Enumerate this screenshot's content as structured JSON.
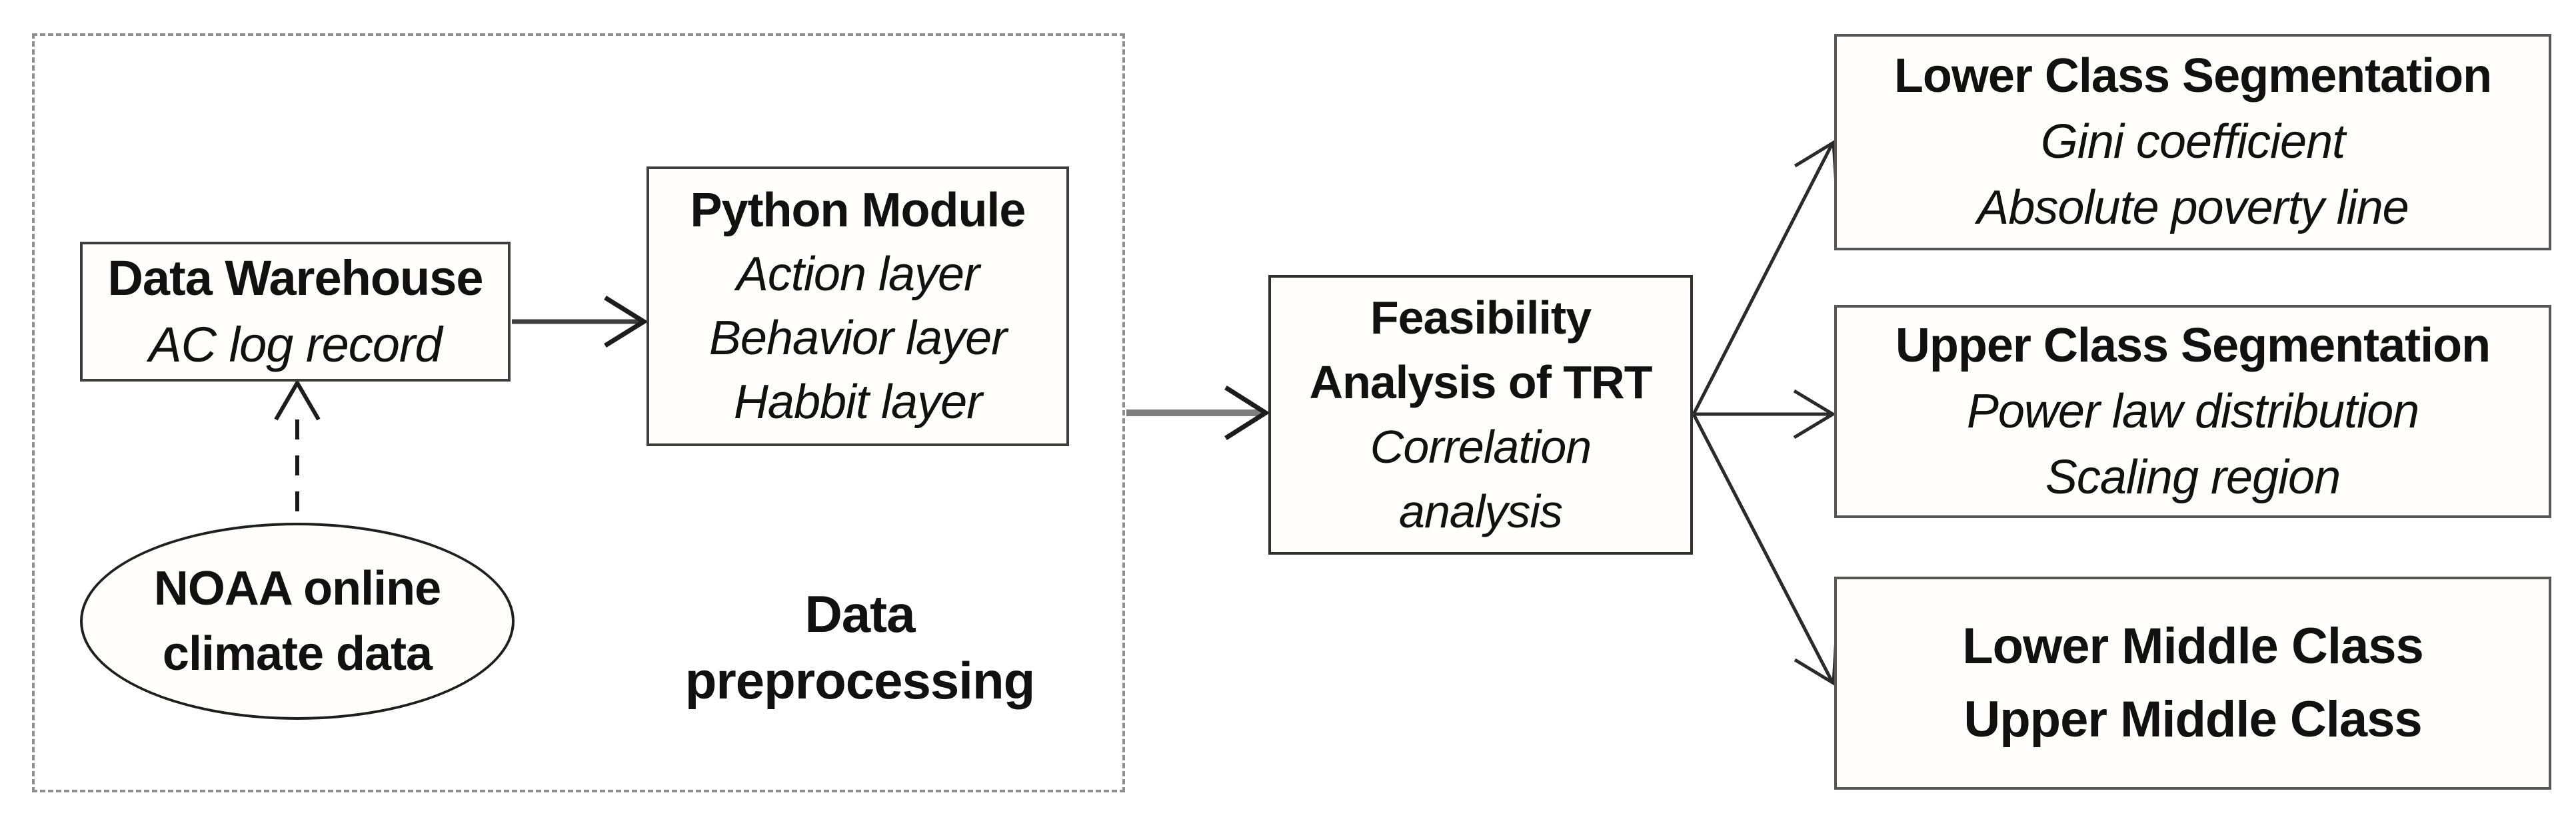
{
  "diagram": {
    "preprocessing_group": {
      "label": "Data preprocessing",
      "data_warehouse": {
        "title": "Data Warehouse",
        "subtitle": "AC log record"
      },
      "python_module": {
        "title": "Python Module",
        "lines": [
          "Action layer",
          "Behavior layer",
          "Habbit layer"
        ]
      },
      "noaa_source": {
        "line1": "NOAA online",
        "line2": "climate data"
      }
    },
    "feasibility": {
      "title_line1": "Feasibility",
      "title_line2": "Analysis of TRT",
      "subtitle_line1": "Correlation",
      "subtitle_line2": "analysis"
    },
    "outputs": {
      "lower_class": {
        "title": "Lower Class Segmentation",
        "lines": [
          "Gini coefficient",
          "Absolute poverty line"
        ]
      },
      "upper_class": {
        "title": "Upper Class Segmentation",
        "lines": [
          "Power law distribution",
          "Scaling region"
        ]
      },
      "middle_class": {
        "line1": "Lower Middle Class",
        "line2": "Upper Middle Class"
      }
    },
    "colors": {
      "background": "#ffffff",
      "text": "#111111",
      "box_border": "#3d3d3d",
      "dashed_border": "#8f8f8f",
      "arrow_dark": "#3f3f3f",
      "arrow_gray": "#7e7e7e",
      "fan_arrow": "#2b2b2b"
    }
  }
}
